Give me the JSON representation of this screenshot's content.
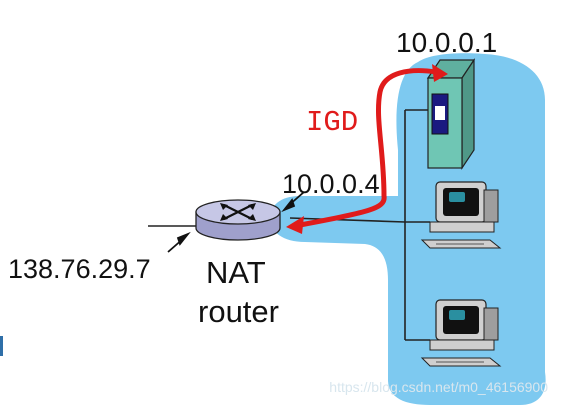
{
  "labels": {
    "server_ip": "10.0.0.1",
    "router_inside_ip": "10.0.0.4",
    "router_outside_ip": "138.76.29.7",
    "protocol": "IGD",
    "nat_line1": "NAT",
    "nat_line2": "router"
  },
  "watermark": "https://blog.csdn.net/m0_46156900",
  "colors": {
    "lan_blob": "#7dc9f0",
    "server_body": "#6fc6b4",
    "arrow": "#e01b1b",
    "router_body": "#b7b8dc",
    "pc_case": "#d8d8d8"
  }
}
